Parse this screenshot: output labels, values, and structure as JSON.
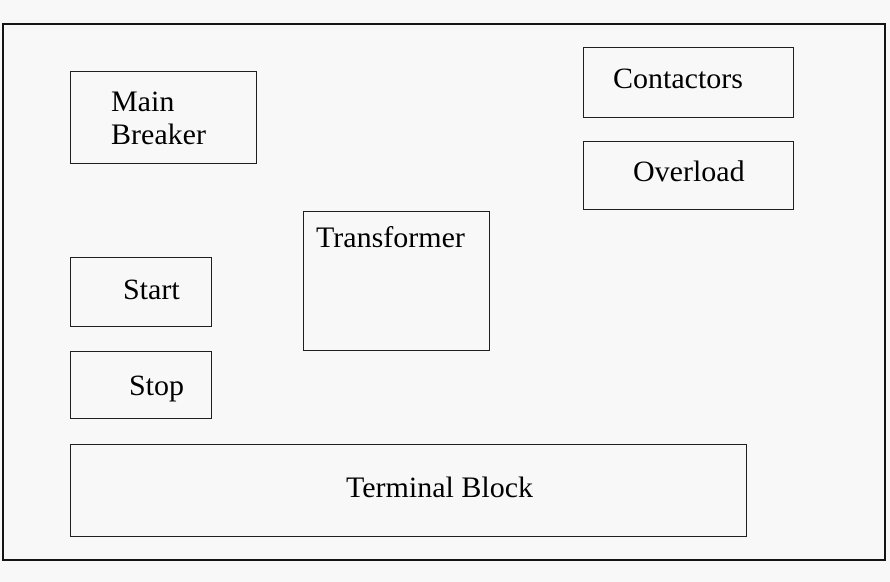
{
  "diagram": {
    "background_color": "#f8f8f8",
    "line_color": "#1f1f1f",
    "text_color": "#000000",
    "boxes": [
      {
        "id": "main-breaker",
        "label": "Main Breaker"
      },
      {
        "id": "contactors",
        "label": "Contactors"
      },
      {
        "id": "overload",
        "label": "Overload"
      },
      {
        "id": "transformer",
        "label": "Transformer"
      },
      {
        "id": "start",
        "label": "Start"
      },
      {
        "id": "stop",
        "label": "Stop"
      },
      {
        "id": "terminal-block",
        "label": "Terminal Block"
      }
    ]
  }
}
